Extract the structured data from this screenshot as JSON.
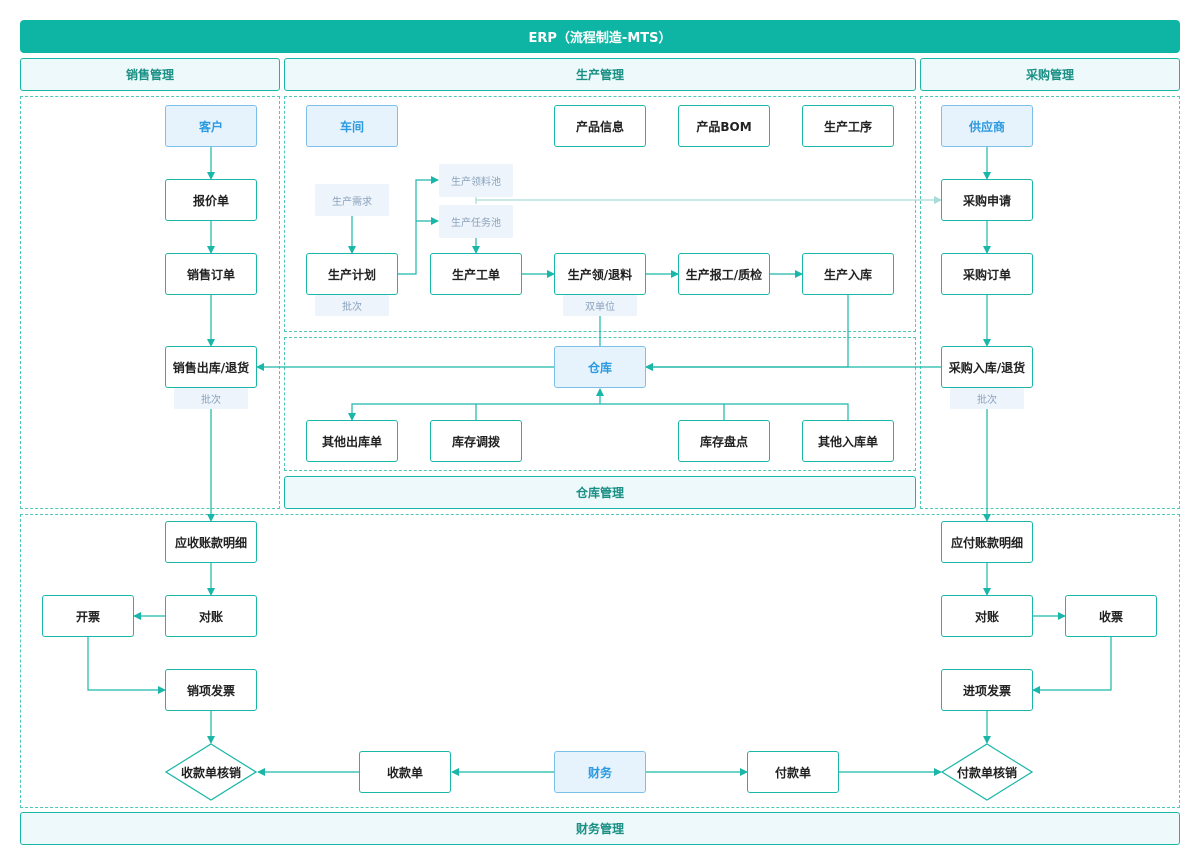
{
  "title": "ERP（流程制造-MTS）",
  "sections": {
    "sales": "销售管理",
    "production": "生产管理",
    "purchase": "采购管理",
    "warehouse": "仓库管理",
    "finance": "财务管理"
  },
  "nodes": {
    "customer": "客户",
    "quote": "报价单",
    "sales_order": "销售订单",
    "sales_outbound": "销售出库/退货",
    "workshop": "车间",
    "product_info": "产品信息",
    "product_bom": "产品BOM",
    "production_process": "生产工序",
    "production_plan": "生产计划",
    "work_order": "生产工单",
    "material_issue": "生产领/退料",
    "report_qc": "生产报工/质检",
    "production_inbound": "生产入库",
    "warehouse": "仓库",
    "other_outbound": "其他出库单",
    "stock_transfer": "库存调拨",
    "stock_count": "库存盘点",
    "other_inbound": "其他入库单",
    "supplier": "供应商",
    "purchase_request": "采购申请",
    "purchase_order": "采购订单",
    "purchase_inbound": "采购入库/退货",
    "ar_detail": "应收账款明细",
    "ar_reconcile": "对账",
    "invoice_issue": "开票",
    "sales_invoice": "销项发票",
    "receipt_writeoff": "收款单核销",
    "receipt": "收款单",
    "finance": "财务",
    "payment": "付款单",
    "payment_writeoff": "付款单核销",
    "ap_detail": "应付账款明细",
    "ap_reconcile": "对账",
    "invoice_receive": "收票",
    "purchase_invoice": "进项发票"
  },
  "tags": {
    "demand": "生产需求",
    "material_pool": "生产领料池",
    "task_pool": "生产任务池",
    "batch_plan": "批次",
    "dual_unit": "双单位",
    "batch_sales": "批次",
    "batch_purchase": "批次"
  },
  "colors": {
    "accent": "#0fb5a4",
    "node_border": "#1ab6a7",
    "blue_node": "#2c9ae0",
    "tag_bg": "#eef4fb"
  }
}
